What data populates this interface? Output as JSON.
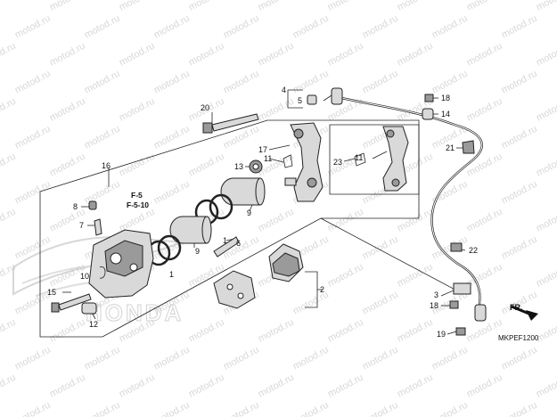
{
  "watermark": {
    "text": "motod.ru"
  },
  "brand": {
    "text": "HONDA"
  },
  "diagram_code": "MKPEF1200",
  "direction_label": "FR.",
  "references": [
    "F-5",
    "F-5-10"
  ],
  "callouts": {
    "c1a": "1",
    "c1b": "1",
    "c2": "2",
    "c3": "3",
    "c4": "4",
    "c5": "5",
    "c6": "6",
    "c7": "7",
    "c8": "8",
    "c9a": "9",
    "c9b": "9",
    "c10": "10",
    "c11a": "11",
    "c11b": "11",
    "c12": "12",
    "c13": "13",
    "c14": "14",
    "c15": "15",
    "c16": "16",
    "c17": "17",
    "c18a": "18",
    "c18b": "18",
    "c19": "19",
    "c20": "20",
    "c21": "21",
    "c22": "22",
    "c23": "23"
  },
  "colors": {
    "line": "#222222",
    "part_fill": "#d9d9d9",
    "watermark": "#d8d8d8"
  }
}
